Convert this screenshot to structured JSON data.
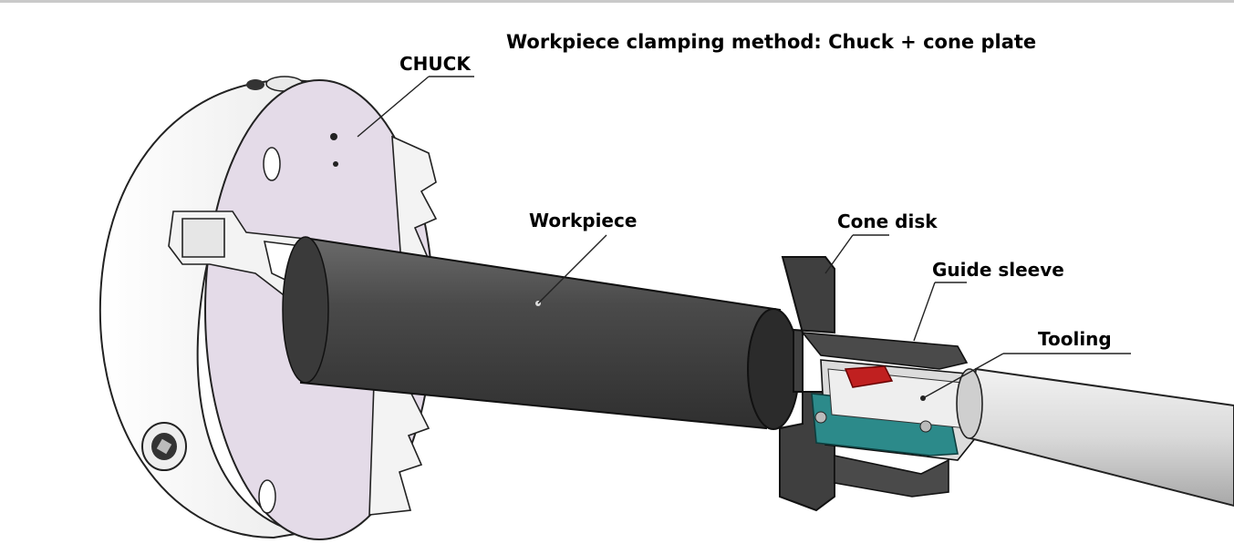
{
  "title": "Workpiece clamping method: Chuck + cone plate",
  "labels": {
    "chuck": "CHUCK",
    "workpiece": "Workpiece",
    "cone_disk": "Cone disk",
    "guide_sleeve": "Guide sleeve",
    "tooling": "Tooling"
  },
  "colors": {
    "chuck_face": "#e4dbe8",
    "chuck_body": "#f7f7f7",
    "workpiece": "#505050",
    "cone_disk": "#3f3f3f",
    "guide_sleeve": "#2c8a8a",
    "tooling_insert": "#c02020"
  }
}
